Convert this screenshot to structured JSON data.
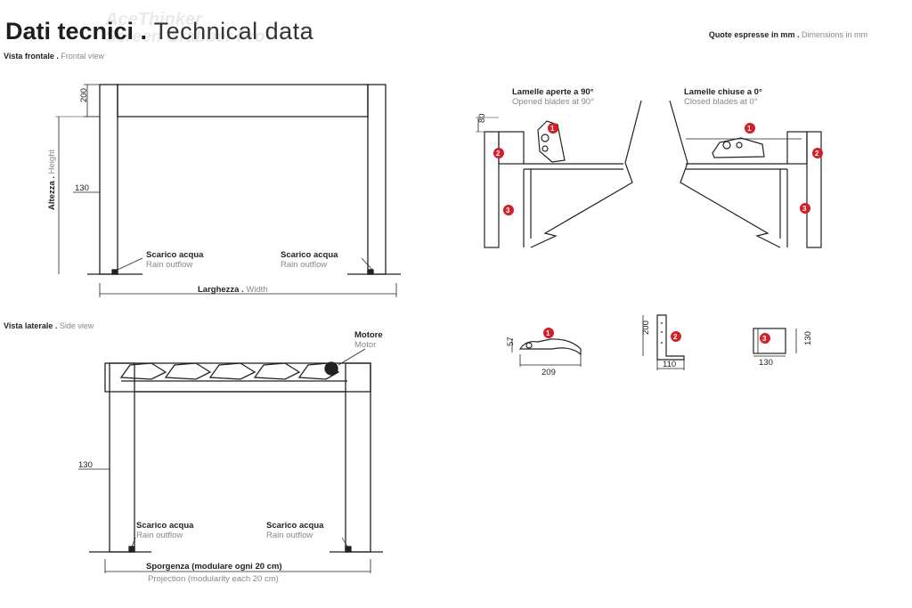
{
  "header": {
    "title_it": "Dati tecnici",
    "title_sep": " . ",
    "title_en": "Technical data",
    "units_it": "Quote espresse in mm",
    "units_en": "Dimensions in mm",
    "watermark_line1": "AceThinker",
    "watermark_line2": "Screen Grabber Pro"
  },
  "front_view": {
    "label_it": "Vista frontale",
    "label_en": "Frontal view",
    "dim_200": "200",
    "dim_130": "130",
    "height_it": "Altezza",
    "height_en": "Height",
    "width_it": "Larghezza",
    "width_en": "Width",
    "drain_it": "Scarico acqua",
    "drain_en": "Rain outflow"
  },
  "side_view": {
    "label_it": "Vista laterale",
    "label_en": "Side view",
    "motor_it": "Motore",
    "motor_en": "Motor",
    "dim_130": "130",
    "drain_it": "Scarico acqua",
    "drain_en": "Rain outflow",
    "projection_it": "Sporgenza (modulare ogni 20 cm)",
    "projection_en": "Projection (modularity each 20 cm)"
  },
  "blade_detail": {
    "open_it": "Lamelle aperte a 90°",
    "open_en": "Opened blades at 90°",
    "closed_it": "Lamelle chiuse a 0°",
    "closed_en": "Closed blades at 0°",
    "dim_80": "80",
    "badge_1": "1",
    "badge_2": "2",
    "badge_3": "3"
  },
  "profiles": {
    "p1_h": "57",
    "p1_w": "209",
    "p2_h": "200",
    "p2_w": "110",
    "p3_h": "130",
    "p3_w": "130"
  },
  "colors": {
    "accent": "#d0202a",
    "line": "#222222",
    "gray_text": "#888888"
  }
}
